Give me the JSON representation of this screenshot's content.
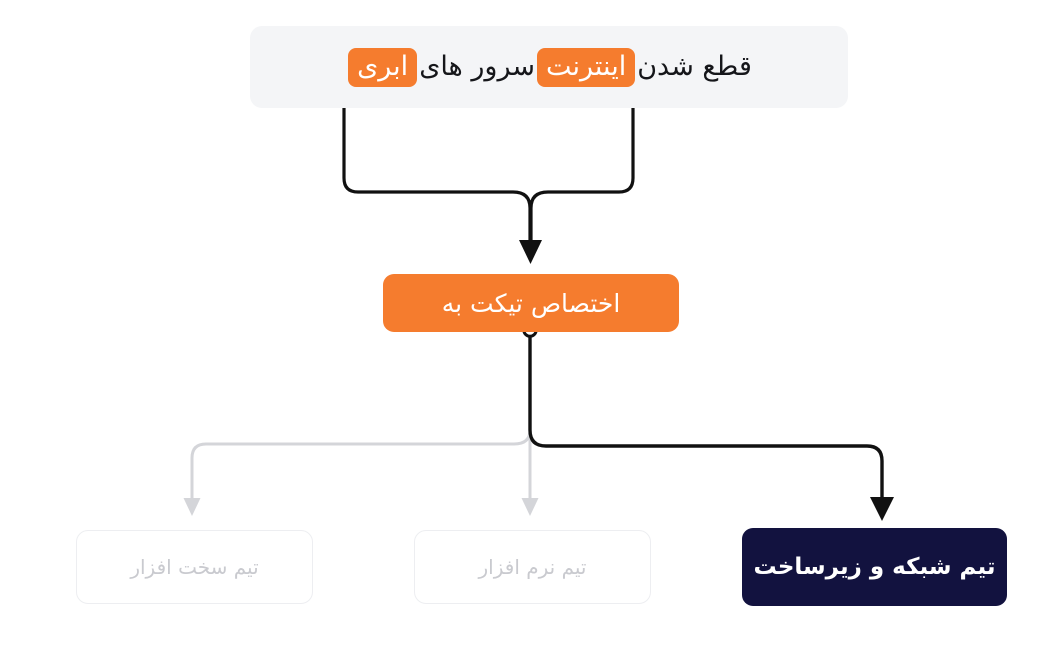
{
  "diagram": {
    "title": "اختصاص تیکت به تیم شبکه و زیرساخت",
    "direction": "rtl",
    "background": "#ffffff"
  },
  "nodes": {
    "trigger": {
      "name": "trigger-node",
      "text_before": "قطع شدن",
      "chip_internet": "اینترنت",
      "text_middle": "سرور های",
      "chip_cloud": "ابری",
      "full_text": "قطع شدن اینترنت سرور های ابری",
      "background": "#f4f5f7",
      "text_color": "#15161a",
      "chip_color": "#f57c2e",
      "chip_text_color": "#ffffff"
    },
    "action": {
      "name": "action-node",
      "label": "اختصاص تیکت به",
      "background": "#f57c2e",
      "text_color": "#ffffff"
    },
    "outcomes": [
      {
        "key": "team-hardware",
        "label": "تیم سخت افزار",
        "state": "inactive",
        "background": "#ffffff",
        "border_color": "#edeef1",
        "text_color": "#c9cacf"
      },
      {
        "key": "team-software",
        "label": "تیم نرم افزار",
        "state": "inactive",
        "background": "#ffffff",
        "border_color": "#edeef1",
        "text_color": "#c9cacf"
      },
      {
        "key": "team-network",
        "label": "تیم شبکه و زیرساخت",
        "state": "active",
        "background": "#12123f",
        "border_color": "#12123f",
        "text_color": "#ffffff"
      }
    ]
  },
  "connectors": {
    "active_color": "#111111",
    "inactive_color": "#d4d5d9",
    "junction_dot": {
      "name": "junction-dot",
      "fill": "#ffffff",
      "stroke": "#111111"
    }
  }
}
